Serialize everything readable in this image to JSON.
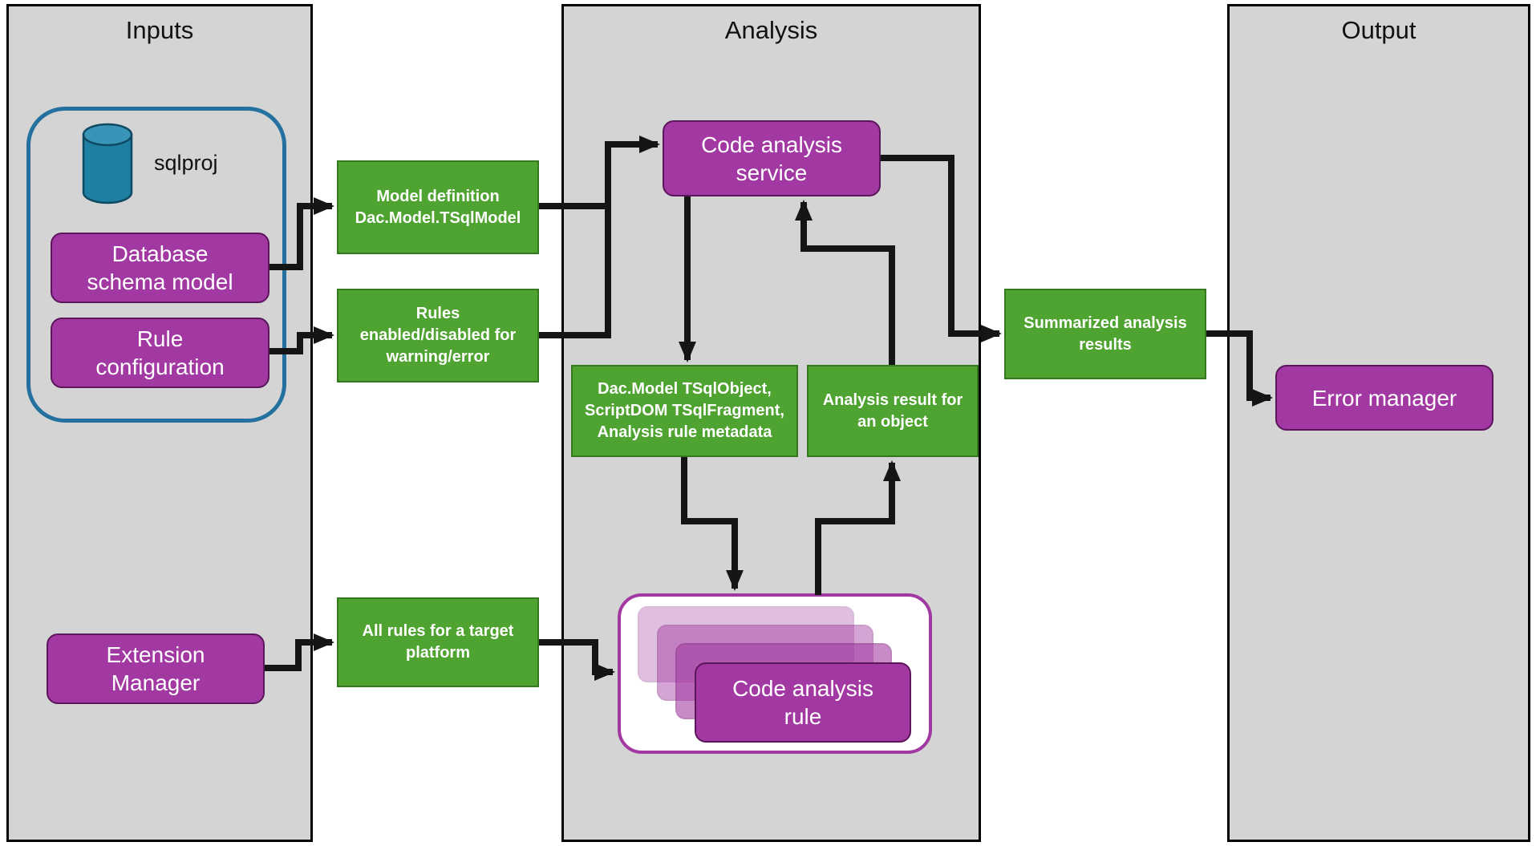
{
  "colors": {
    "node_purple": "#a238a2",
    "node_green": "#4ea331",
    "panel_gray": "#d4d4d4",
    "inputs_group_border_blue": "#2471a0",
    "cylinder_teal": "#1f7fa3",
    "arrow_black": "#151515"
  },
  "panels": [
    {
      "title": "Inputs"
    },
    {
      "title": "Analysis"
    },
    {
      "title": "Output"
    }
  ],
  "nodes": {
    "sqlproj": "sqlproj",
    "database_schema_model": "Database\nschema model",
    "rule_configuration": "Rule\nconfiguration",
    "extension_manager": "Extension\nManager",
    "model_definition": "Model definition\nDac.Model.TSqlModel",
    "rules_enabled": "Rules\nenabled/disabled for\nwarning/error",
    "all_rules": "All rules for a target\nplatform",
    "code_analysis_service": "Code analysis\nservice",
    "dac_model_objects": "Dac.Model TSqlObject,\nScriptDOM TSqlFragment,\nAnalysis rule metadata",
    "analysis_result": "Analysis result for\nan object",
    "code_analysis_rule": "Code analysis\nrule",
    "summarized_results": "Summarized analysis\nresults",
    "error_manager": "Error manager"
  }
}
